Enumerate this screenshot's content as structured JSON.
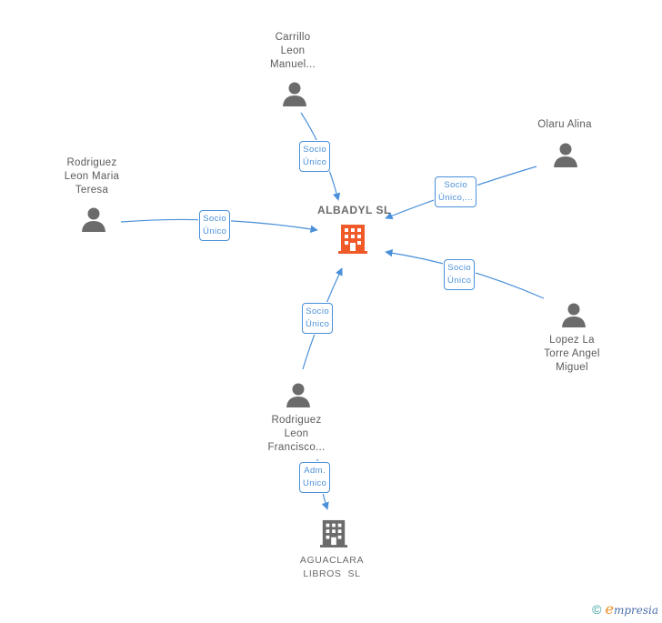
{
  "center": {
    "name": "ALBADYL SL",
    "icon": "building-icon",
    "color": "#f05a28"
  },
  "people": [
    {
      "id": "carrillo",
      "lines": [
        "Carrillo",
        "Leon",
        "Manuel..."
      ],
      "icon": "person-icon",
      "badge": [
        "Socio",
        "Único"
      ]
    },
    {
      "id": "olaru",
      "lines": [
        "Olaru Alina"
      ],
      "icon": "person-icon",
      "badge": [
        "Socio",
        "Único,..."
      ]
    },
    {
      "id": "rodriguez-maria",
      "lines": [
        "Rodriguez",
        "Leon Maria",
        "Teresa"
      ],
      "icon": "person-icon",
      "badge": [
        "Socio",
        "Único"
      ]
    },
    {
      "id": "lopez",
      "lines": [
        "Lopez La",
        "Torre Angel",
        "Miguel"
      ],
      "icon": "person-icon",
      "badge": [
        "Socio",
        "Único"
      ]
    },
    {
      "id": "rodriguez-francisco",
      "lines": [
        "Rodriguez",
        "Leon",
        "Francisco..."
      ],
      "icon": "person-icon",
      "badge": [
        "Socio",
        "Único"
      ]
    }
  ],
  "companies": [
    {
      "id": "aguaclara",
      "lines": [
        "AGUACLARA",
        "LIBROS  SL"
      ],
      "icon": "building-icon",
      "color": "#6b6b6b",
      "badge": [
        "Adm.",
        "Unico"
      ]
    }
  ],
  "footer": {
    "copyright": "©",
    "brand_initial": "e",
    "brand_rest": "mpresia"
  },
  "colors": {
    "edge": "#4a90d9",
    "icon_gray": "#6b6b6b",
    "center_accent": "#f05a28"
  }
}
